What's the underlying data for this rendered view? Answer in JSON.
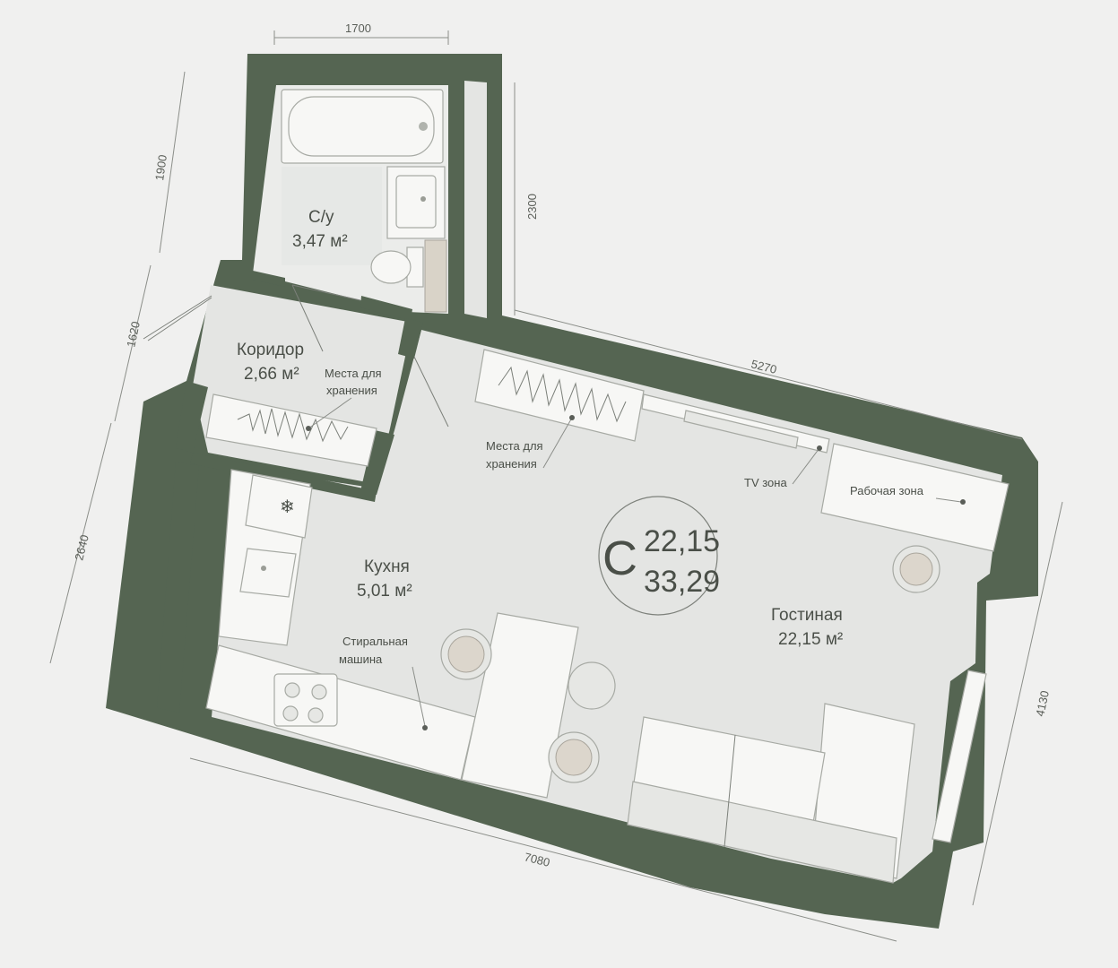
{
  "rooms": {
    "bathroom": {
      "name": "С/у",
      "area": "3,47 м²"
    },
    "corridor": {
      "name": "Коридор",
      "area": "2,66 м²"
    },
    "kitchen": {
      "name": "Кухня",
      "area": "5,01 м²"
    },
    "living": {
      "name": "Гостиная",
      "area": "22,15 м²"
    }
  },
  "annotations": {
    "storage_corridor": [
      "Места для",
      "хранения"
    ],
    "storage_living": [
      "Места для",
      "хранения"
    ],
    "tv_zone": "TV зона",
    "work_zone": "Рабочая зона",
    "washing_machine": [
      "Стиральная",
      "машина"
    ]
  },
  "badge": {
    "letter": "С",
    "living_area": "22,15",
    "total_area": "33,29"
  },
  "dimensions": {
    "top": "1700",
    "left_upper": "1900",
    "bath_right": "2300",
    "left_mid": "1620",
    "top_right": "5270",
    "left_lower": "2640",
    "right": "4130",
    "bottom": "7080"
  },
  "icons": [
    "bathtub-icon",
    "sink-icon",
    "toilet-icon",
    "fridge-icon",
    "stove-icon",
    "chair-icon",
    "sofa-icon",
    "wardrobe-icon"
  ]
}
